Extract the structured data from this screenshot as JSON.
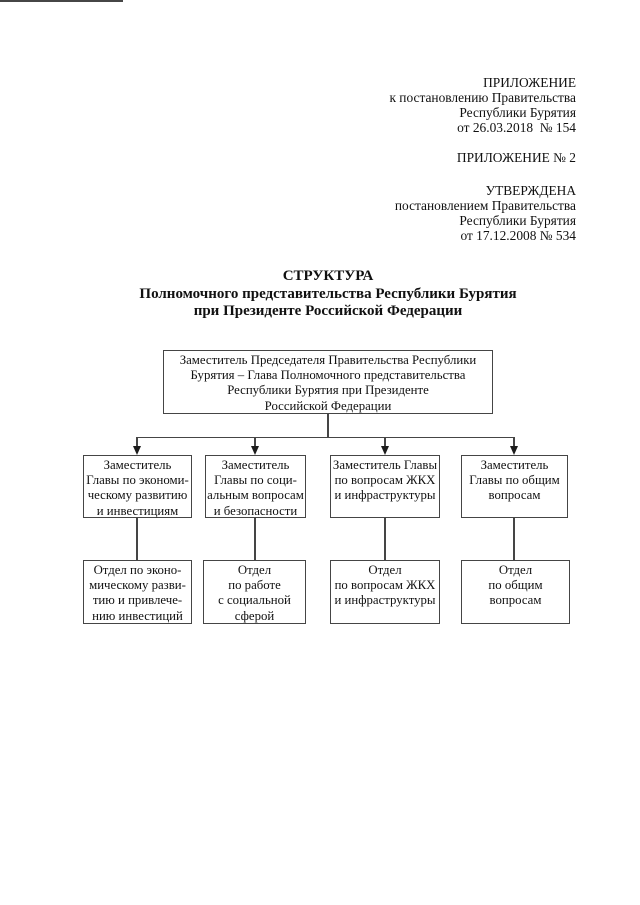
{
  "colors": {
    "background": "#ffffff",
    "text": "#111111",
    "line": "#454545"
  },
  "header": {
    "appendix": "ПРИЛОЖЕНИЕ\nк постановлению Правительства\nРеспублики Бурятия\nот 26.03.2018  № 154",
    "appendix_number": "ПРИЛОЖЕНИЕ № 2",
    "approval": "УТВЕРЖДЕНА\nпостановлением Правительства\nРеспублики Бурятия\nот 17.12.2008 № 534"
  },
  "title": "СТРУКТУРА\nПолномочного представительства Республики Бурятия\nпри Президенте Российской Федерации",
  "org_chart": {
    "root": "Заместитель Председателя Правительства Республики\nБурятия – Глава Полномочного представительства\nРеспублики Бурятия при Президенте\nРоссийской Федерации",
    "deputies": [
      "Заместитель\nГлавы по экономи-\nческому развитию\nи инвестициям",
      "Заместитель\nГлавы по соци-\nальным вопросам\nи безопасности",
      "Заместитель Главы\nпо вопросам ЖКХ\nи инфраструктуры",
      "Заместитель\nГлавы по общим\nвопросам"
    ],
    "departments": [
      "Отдел по эконо-\nмическому разви-\nтию и привлече-\nнию инвестиций",
      "Отдел\nпо работе\nс социальной\nсферой",
      "Отдел\nпо вопросам ЖКХ\nи инфраструктуры",
      "Отдел\nпо общим\nвопросам"
    ]
  }
}
